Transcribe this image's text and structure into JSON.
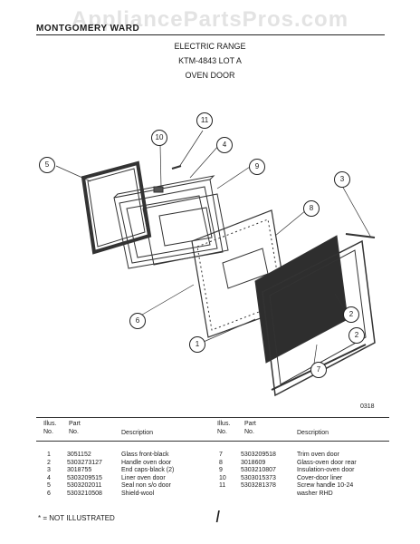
{
  "watermark": "AppliancePartsPros.com",
  "header": {
    "brand": "MONTGOMERY WARD",
    "line1": "ELECTRIC RANGE",
    "line2": "KTM-4843 LOT A",
    "line3": "OVEN DOOR"
  },
  "figure_code": "0318",
  "callouts": [
    "1",
    "2",
    "2",
    "3",
    "4",
    "5",
    "6",
    "7",
    "8",
    "9",
    "10",
    "11"
  ],
  "table": {
    "headers": {
      "illus": [
        "Illus.",
        "No."
      ],
      "part": [
        "Part",
        "No."
      ],
      "description": "Description"
    },
    "left": [
      {
        "illus": "1",
        "part": "3051152",
        "desc": "Glass front-black"
      },
      {
        "illus": "2",
        "part": "5303273127",
        "desc": "Handle oven door"
      },
      {
        "illus": "3",
        "part": "3018755",
        "desc": "End caps-black (2)"
      },
      {
        "illus": "4",
        "part": "5303209515",
        "desc": "Liner oven door"
      },
      {
        "illus": "5",
        "part": "5303202011",
        "desc": "Seal non s/o door"
      },
      {
        "illus": "6",
        "part": "5303210508",
        "desc": "Shield-wool"
      }
    ],
    "right": [
      {
        "illus": "7",
        "part": "5303209518",
        "desc": "Trim oven door"
      },
      {
        "illus": "8",
        "part": "3018609",
        "desc": "Glass-oven door rear"
      },
      {
        "illus": "9",
        "part": "5303210807",
        "desc": "Insulation-oven door"
      },
      {
        "illus": "10",
        "part": "5303015373",
        "desc": "Cover-door liner"
      },
      {
        "illus": "11",
        "part": "5303281378",
        "desc": "Screw handle 10-24"
      },
      {
        "illus": "",
        "part": "",
        "desc": "washer RHD"
      }
    ]
  },
  "footnote": "* = NOT ILLUSTRATED",
  "mark": "I"
}
